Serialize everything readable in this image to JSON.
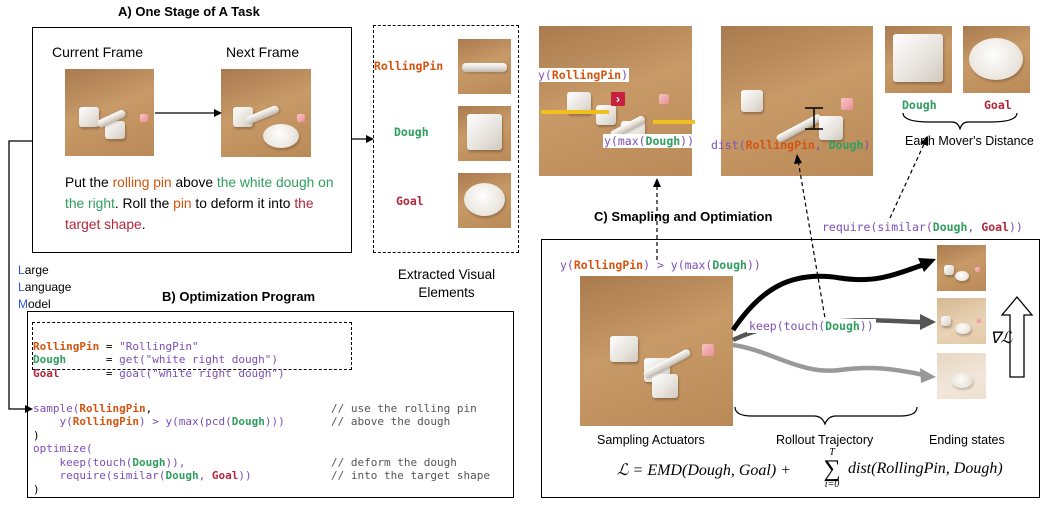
{
  "section_a": {
    "title": "A) One Stage of A Task",
    "current_frame": "Current Frame",
    "next_frame": "Next Frame",
    "instruction": {
      "p1": "Put the ",
      "rolling_pin": "rolling pin",
      "p2": " above ",
      "white_dough": "the white dough on the right",
      "p3": ". Roll the ",
      "pin": "pin",
      "p4": " to deform it into ",
      "target_shape": "the target shape",
      "p5": "."
    }
  },
  "extracted": {
    "caption": "Extracted Visual Elements",
    "items": [
      "RollingPin",
      "Dough",
      "Goal"
    ]
  },
  "llm": {
    "lines": [
      {
        "first": "L",
        "rest": "arge"
      },
      {
        "first": "L",
        "rest": "anguage"
      },
      {
        "first": "M",
        "rest": "odel"
      }
    ]
  },
  "section_b": {
    "title": "B) Optimization Program",
    "defs": {
      "rollingpin_name": "RollingPin",
      "rollingpin_value": "\"RollingPin\"",
      "dough_name": "Dough",
      "dough_value": "get(\"white right dough\")",
      "goal_name": "Goal",
      "goal_value": "goal(\"white right dough\")"
    },
    "code": {
      "sample_open": "sample(",
      "sample_arg": "RollingPin",
      "sample_comma": ",",
      "comment_use": "// use the rolling pin",
      "y_open": "y(",
      "y_arg": "RollingPin",
      "gt": ") > y(max(pcd(",
      "y_dough": "Dough",
      "y_close": ")))",
      "comment_above": "// above the dough",
      "close_paren": ")",
      "optimize_open": "optimize(",
      "keep_open": "keep(touch(",
      "keep_dough": "Dough",
      "keep_close": ")),",
      "comment_deform": "// deform the dough",
      "require_open": "require(similar(",
      "require_dough": "Dough",
      "require_comma": ", ",
      "require_goal": "Goal",
      "require_close": "))",
      "comment_target": "// into the target shape",
      "final_close": ")"
    }
  },
  "top_right": {
    "y_label": {
      "open": "y(",
      "arg": "RollingPin",
      "close": ")"
    },
    "ymax_label": {
      "open": "y(max(",
      "arg": "Dough",
      "close": "))"
    },
    "dist_label": {
      "open": "dist(",
      "arg1": "RollingPin",
      "comma": ", ",
      "arg2": "Dough",
      "close": ")"
    },
    "dough": "Dough",
    "goal": "Goal",
    "emd": "Earth Mover's Distance"
  },
  "section_c": {
    "title": "C) Smapling and Optimiation",
    "require": {
      "open": "require(similar(",
      "dough": "Dough",
      "comma": ", ",
      "goal": "Goal",
      "close": "))"
    },
    "compare": {
      "y1": "y(",
      "arg1": "RollingPin",
      "mid": ") > y(max(",
      "arg2": "Dough",
      "close": "))"
    },
    "keep": {
      "open": "keep(touch(",
      "dough": "Dough",
      "close": "))"
    },
    "grad": "∇ℒ",
    "sampling_label": "Sampling Actuators",
    "rollout_label": "Rollout Trajectory",
    "ending_label": "Ending states",
    "loss": {
      "lhs": "ℒ = ",
      "emd": "EMD",
      "emd_args": "(Dough, Goal) + ",
      "sum_top": "T",
      "sum": "∑",
      "sum_bottom": "i=0",
      "dist": "dist",
      "dist_args": "(RollingPin, Dough)"
    }
  },
  "colors": {
    "rollingpin": "#d4540f",
    "dough": "#2f9e5e",
    "goal": "#b3263b",
    "function": "#7b4fb8",
    "highlight": "#f0c020",
    "llm_blue": "#2a5bd7"
  }
}
